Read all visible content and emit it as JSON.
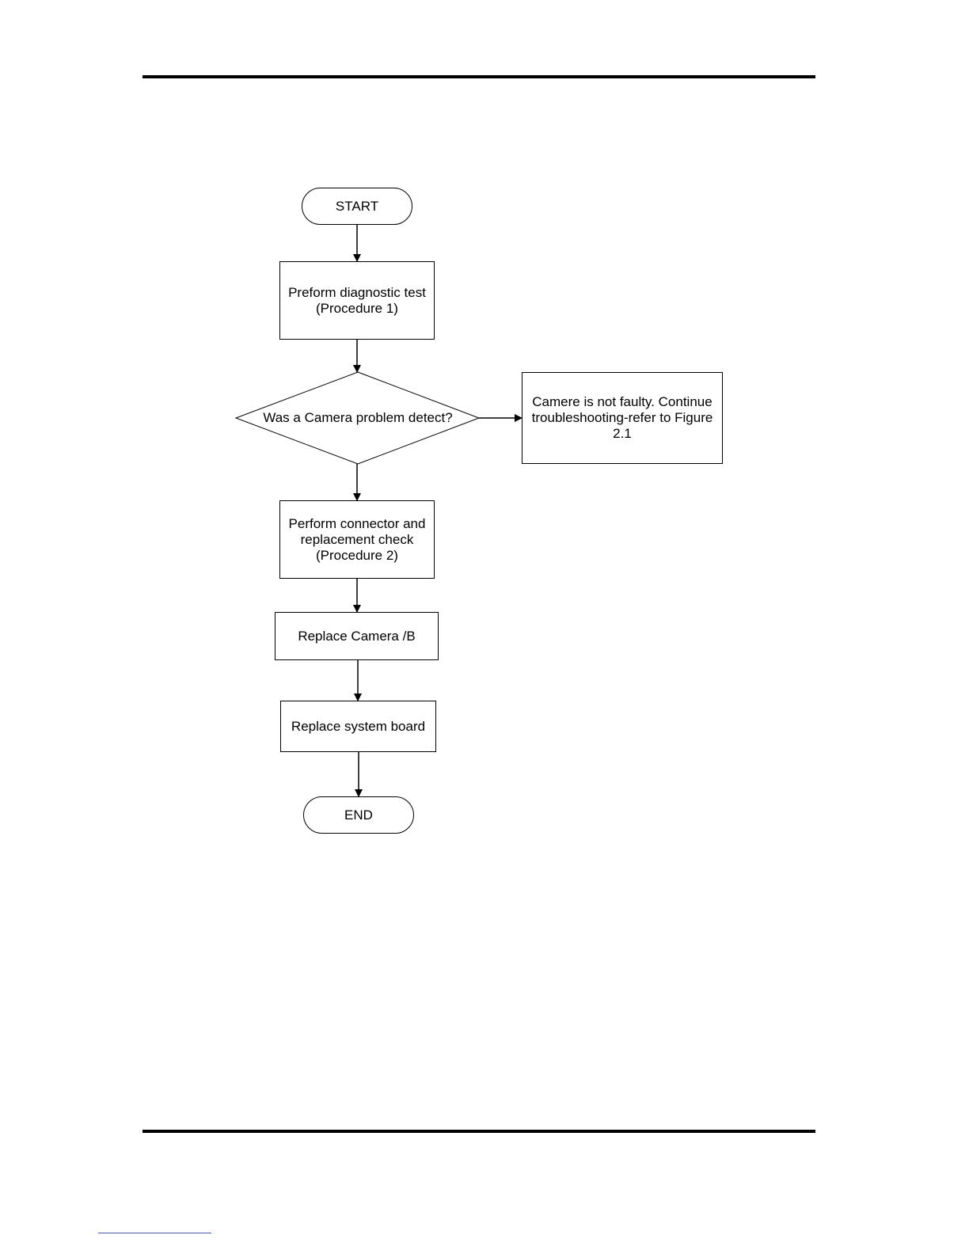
{
  "flowchart": {
    "start": "START",
    "step1": "Preform diagnostic test\n(Procedure 1)",
    "decision": "Was a Camera problem detect?",
    "side_result": "Camere is not faulty. Continue\ntroubleshooting-refer to Figure\n2.1",
    "step2": "Perform connector and\nreplacement check\n(Procedure 2)",
    "step3": "Replace Camera /B",
    "step4": "Replace system board",
    "end": "END"
  },
  "colors": {
    "stroke": "#000000",
    "background": "#ffffff",
    "footer_link": "#4a5aa8"
  }
}
